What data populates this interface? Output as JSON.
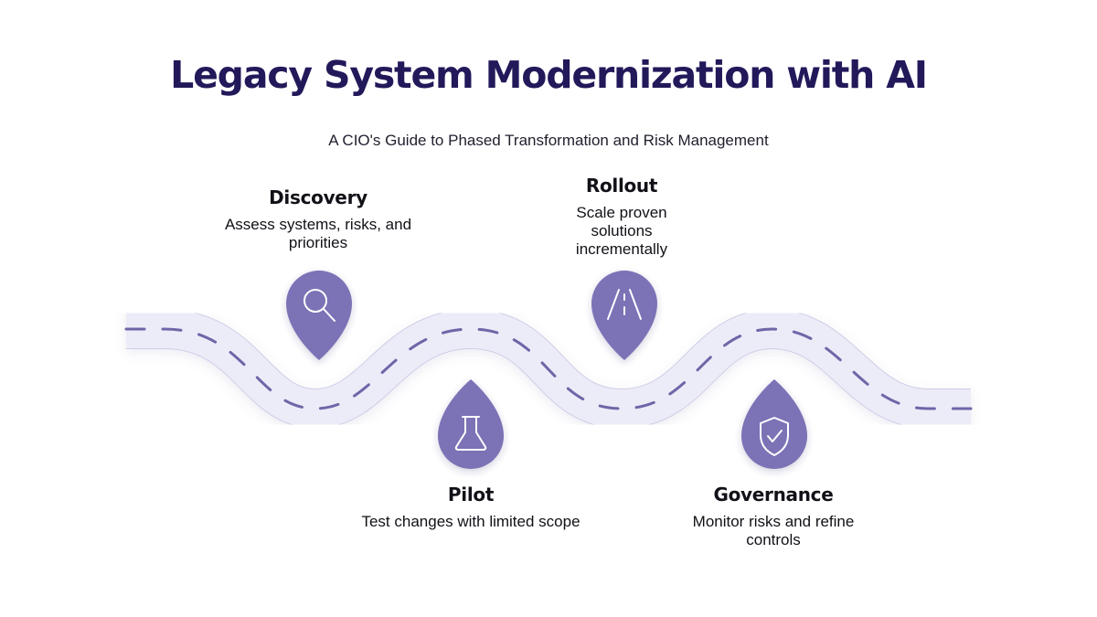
{
  "title": "Legacy System Modernization with AI",
  "subtitle": "A CIO's Guide to Phased Transformation and Risk Management",
  "colors": {
    "title": "#22195a",
    "marker": "#7b72b6",
    "road_fill": "#ececf8",
    "road_border": "#cfcde6",
    "road_dash": "#6e66a8"
  },
  "stages": [
    {
      "title": "Discovery",
      "description": "Assess systems, risks, and priorities",
      "icon": "magnifying-glass-icon"
    },
    {
      "title": "Pilot",
      "description": "Test changes with limited scope",
      "icon": "flask-icon"
    },
    {
      "title": "Rollout",
      "description": "Scale proven solutions incrementally",
      "icon": "road-icon"
    },
    {
      "title": "Governance",
      "description": "Monitor risks and refine controls",
      "icon": "shield-check-icon"
    }
  ]
}
